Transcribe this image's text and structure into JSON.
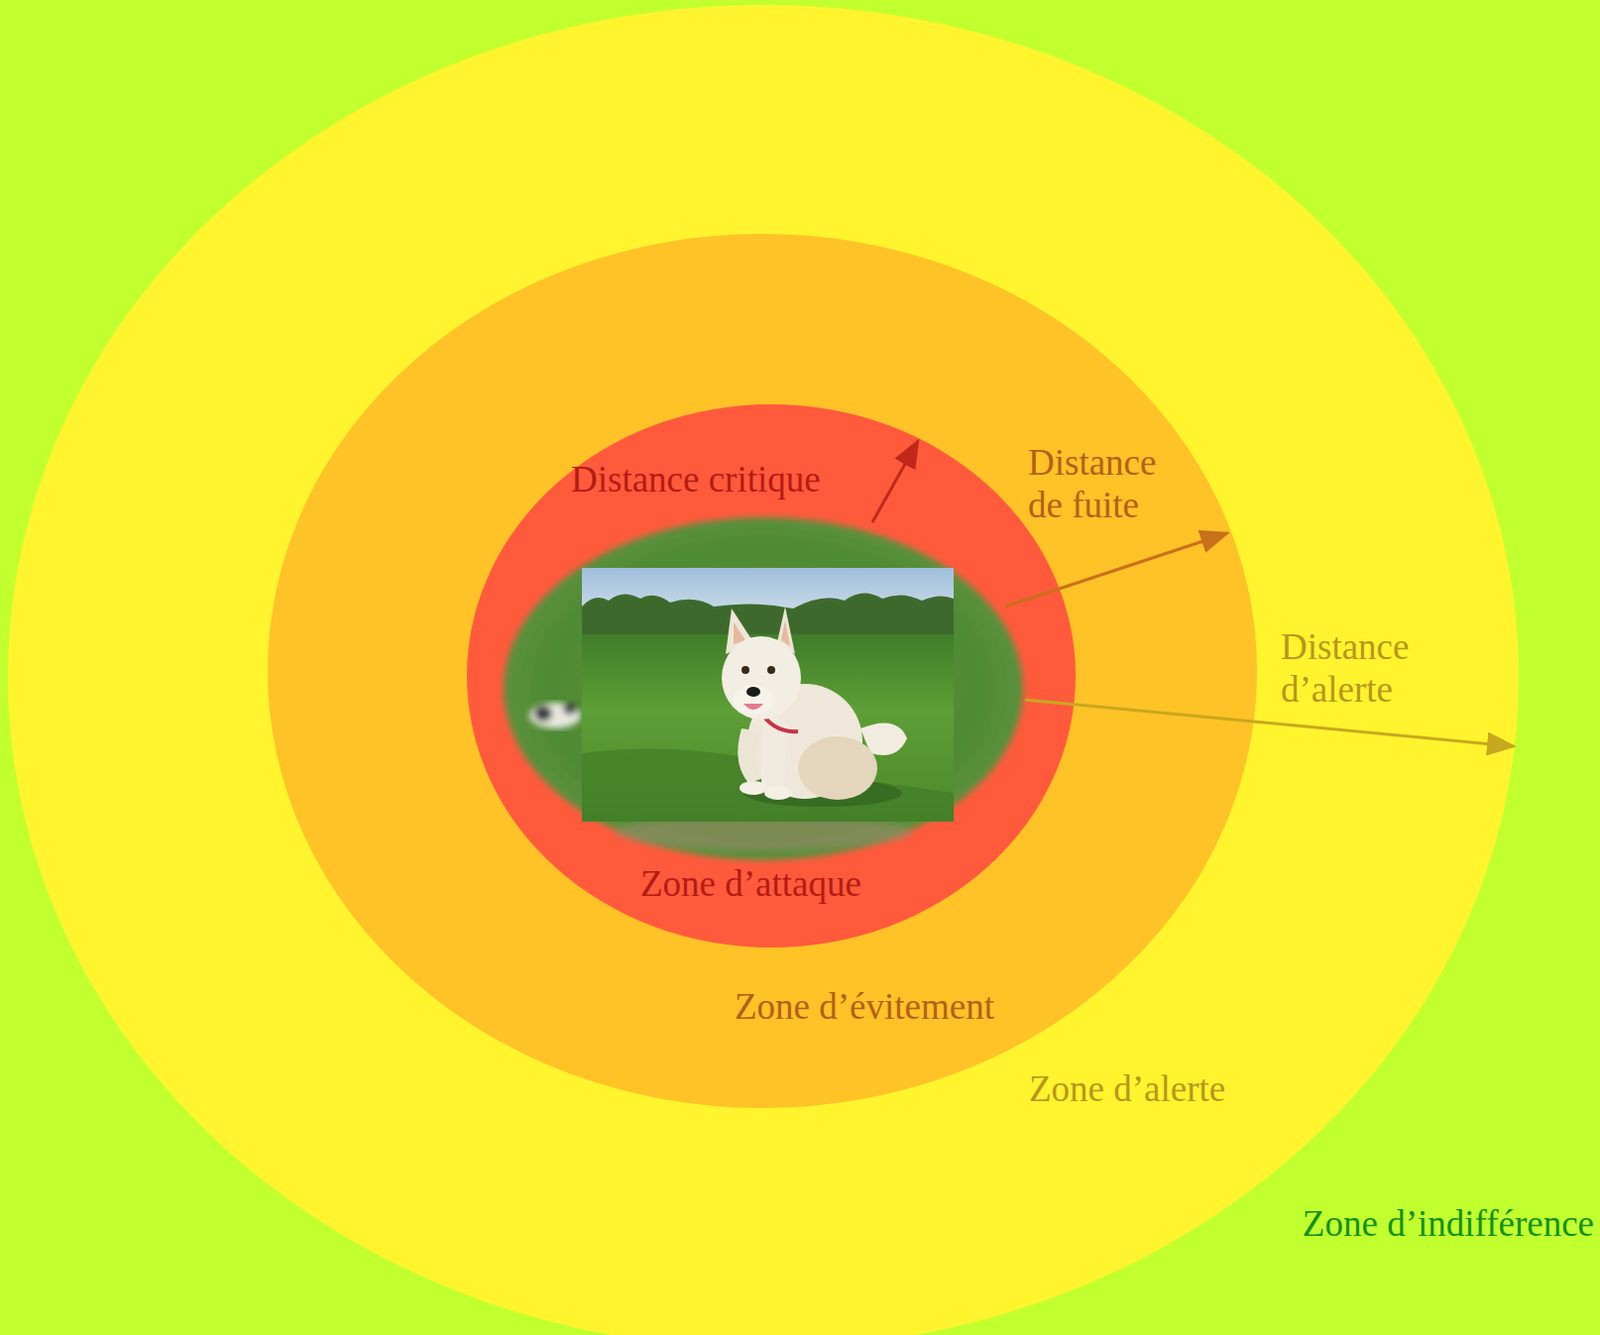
{
  "diagram": {
    "nodes": [
      {
        "text": [
          "Zone d’indifférence"
        ]
      },
      {
        "text": [
          "Zone d’alerte"
        ],
        "in": 0
      },
      {
        "text": [
          "Zone d’évitement"
        ],
        "in": 1
      },
      {
        "text": [
          "Zone d’attaque"
        ],
        "in": 2
      }
    ],
    "labels": [
      "Distance critique",
      "Distance de fuite",
      "Distance d’alerte"
    ]
  }
}
